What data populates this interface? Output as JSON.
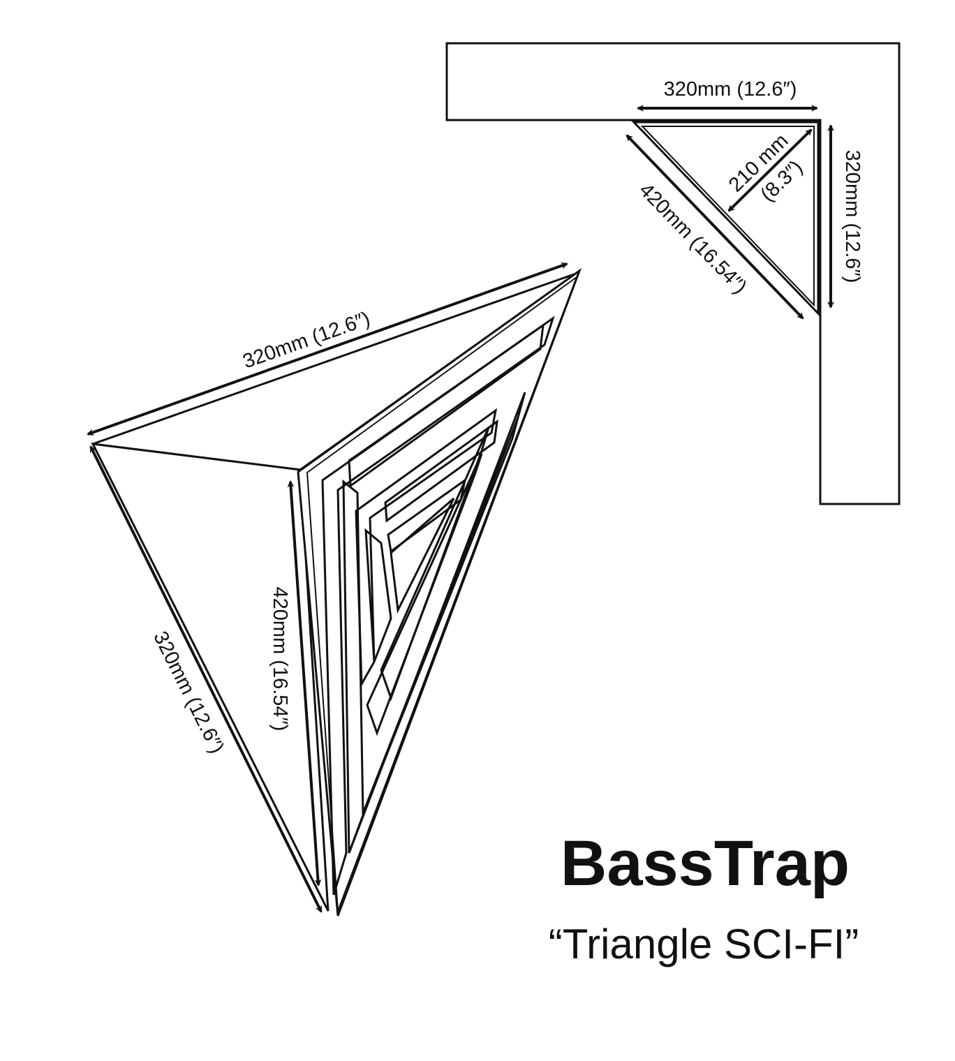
{
  "colors": {
    "ink": "#111111",
    "background": "#ffffff"
  },
  "title": "BassTrap",
  "subtitle": "“Triangle SCI-FI”",
  "corner_view": {
    "top_edge_label": "320mm (12.6″)",
    "right_edge_label": "320mm (12.6″)",
    "hypotenuse_label": "420mm (16.54″)",
    "depth_label_line1": "210 mm",
    "depth_label_line2": "(8.3″)"
  },
  "perspective_view": {
    "top_edge_label": "320mm (12.6″)",
    "left_edge_label": "320mm (12.6″)",
    "front_edge_label": "420mm (16.54″)"
  }
}
